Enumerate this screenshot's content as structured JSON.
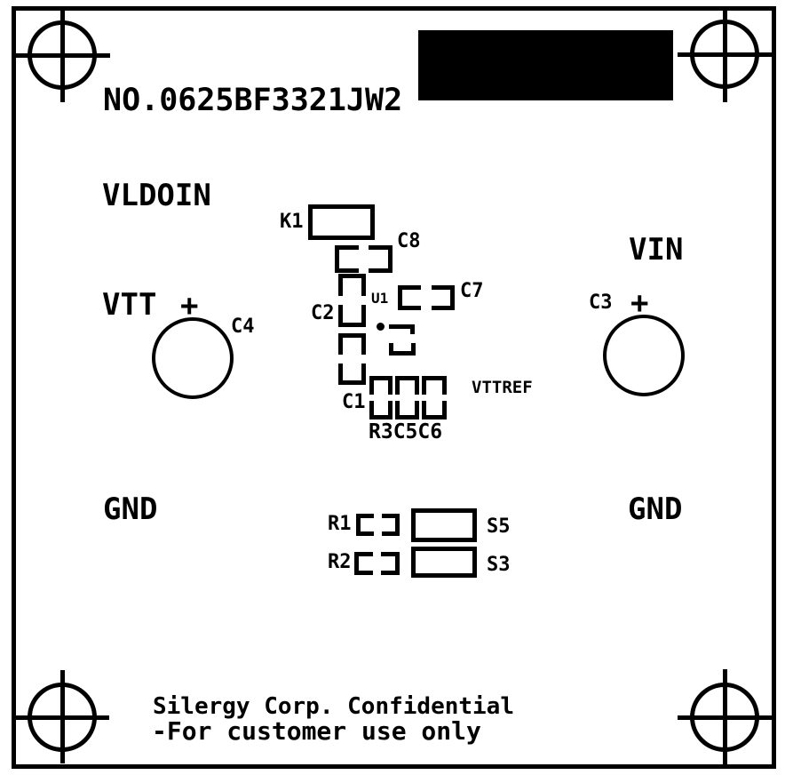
{
  "theme": {
    "ink": "#000000",
    "bg": "#ffffff"
  },
  "board": {
    "number": "NO.0625BF3321JW2",
    "nets": {
      "vldoin": "VLDOIN",
      "vtt": "VTT",
      "vin": "VIN",
      "gnd_left": "GND",
      "gnd_right": "GND",
      "vttref": "VTTREF"
    },
    "polarity": {
      "plus_left": "+",
      "plus_right": "+"
    },
    "components": {
      "k1": "K1",
      "c8": "C8",
      "c2": "C2",
      "u1": "U1",
      "c7": "C7",
      "c4": "C4",
      "c3": "C3",
      "c1": "C1",
      "r3c5c6": "R3C5C6",
      "r1": "R1",
      "r2": "R2",
      "s5": "S5",
      "s3": "S3"
    },
    "footer": {
      "line1": "Silergy Corp. Confidential",
      "line2": "-For customer use only"
    }
  }
}
